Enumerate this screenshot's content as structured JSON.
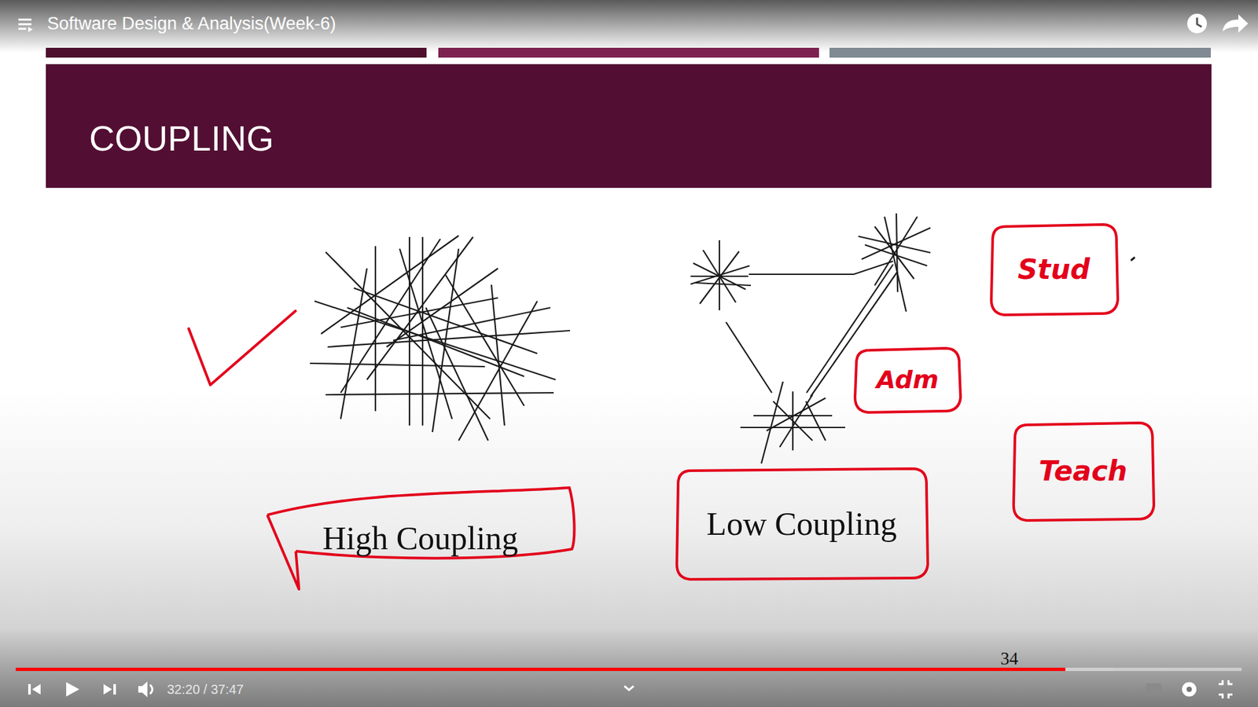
{
  "diagram": {
    "title": "COUPLING",
    "nodes": [
      {
        "text": [
          "High Coupling"
        ]
      },
      {
        "text": [
          "Low Coupling"
        ]
      },
      {
        "text": [
          "Stud"
        ]
      },
      {
        "text": [
          "Adm"
        ]
      },
      {
        "text": [
          "Teach"
        ]
      }
    ],
    "edges": [],
    "labels": [
      "Software Design & Analysis(Week-6)",
      "34",
      "32:20 / 37:47"
    ]
  }
}
